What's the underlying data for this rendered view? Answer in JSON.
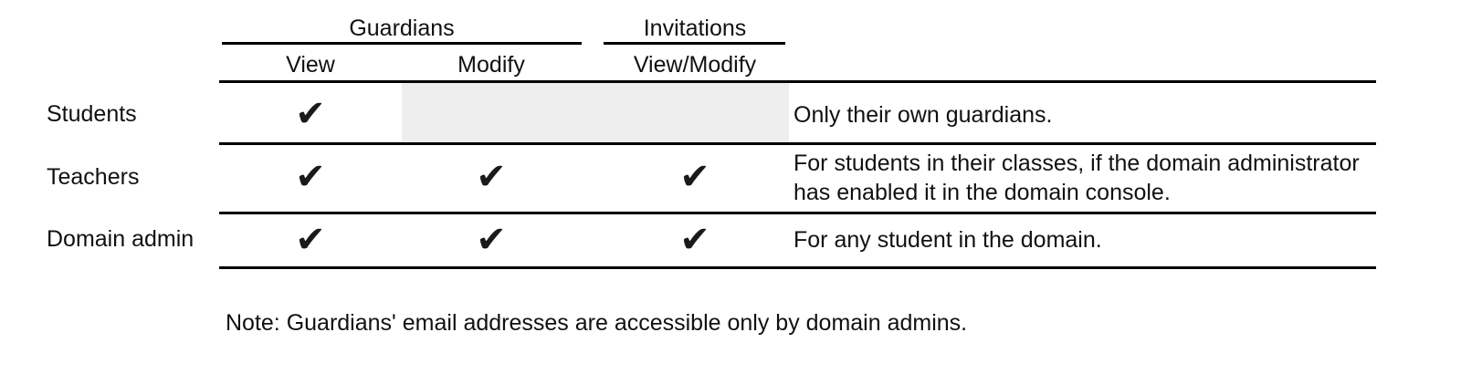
{
  "table": {
    "column_groups": [
      {
        "label": "Guardians",
        "span": 2
      },
      {
        "label": "Invitations",
        "span": 1
      }
    ],
    "columns": [
      {
        "label": ""
      },
      {
        "label": "View"
      },
      {
        "label": "Modify"
      },
      {
        "label": "View/Modify"
      },
      {
        "label": ""
      }
    ],
    "rows": [
      {
        "role": "Students",
        "guardians_view": "✔",
        "guardians_modify": "",
        "invitations_view_modify": "",
        "notes": "Only their own guardians.",
        "shaded_cells": [
          "guardians_modify",
          "invitations_view_modify"
        ]
      },
      {
        "role": "Teachers",
        "guardians_view": "✔",
        "guardians_modify": "✔",
        "invitations_view_modify": "✔",
        "notes": "For students in their classes, if the domain administrator has enabled it in the domain console.",
        "shaded_cells": []
      },
      {
        "role": "Domain admin",
        "guardians_view": "✔",
        "guardians_modify": "✔",
        "invitations_view_modify": "✔",
        "notes": "For any student in the domain.",
        "shaded_cells": []
      }
    ]
  },
  "footnote": {
    "text": "Note: Guardians' email addresses are accessible only by domain admins."
  },
  "colors": {
    "rule": "#000000",
    "text": "#111111",
    "shade": "#eeeeee",
    "background": "#ffffff"
  },
  "icons": {
    "check": "✔"
  }
}
